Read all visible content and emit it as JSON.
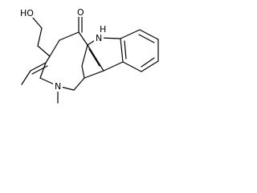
{
  "molecule": {
    "atoms": {
      "oxygen_ketone": "O",
      "oxygen_hydroxyl": "HO",
      "indole_nitrogen": "N",
      "indole_hydrogen": "H",
      "amine_nitrogen": "N"
    }
  }
}
